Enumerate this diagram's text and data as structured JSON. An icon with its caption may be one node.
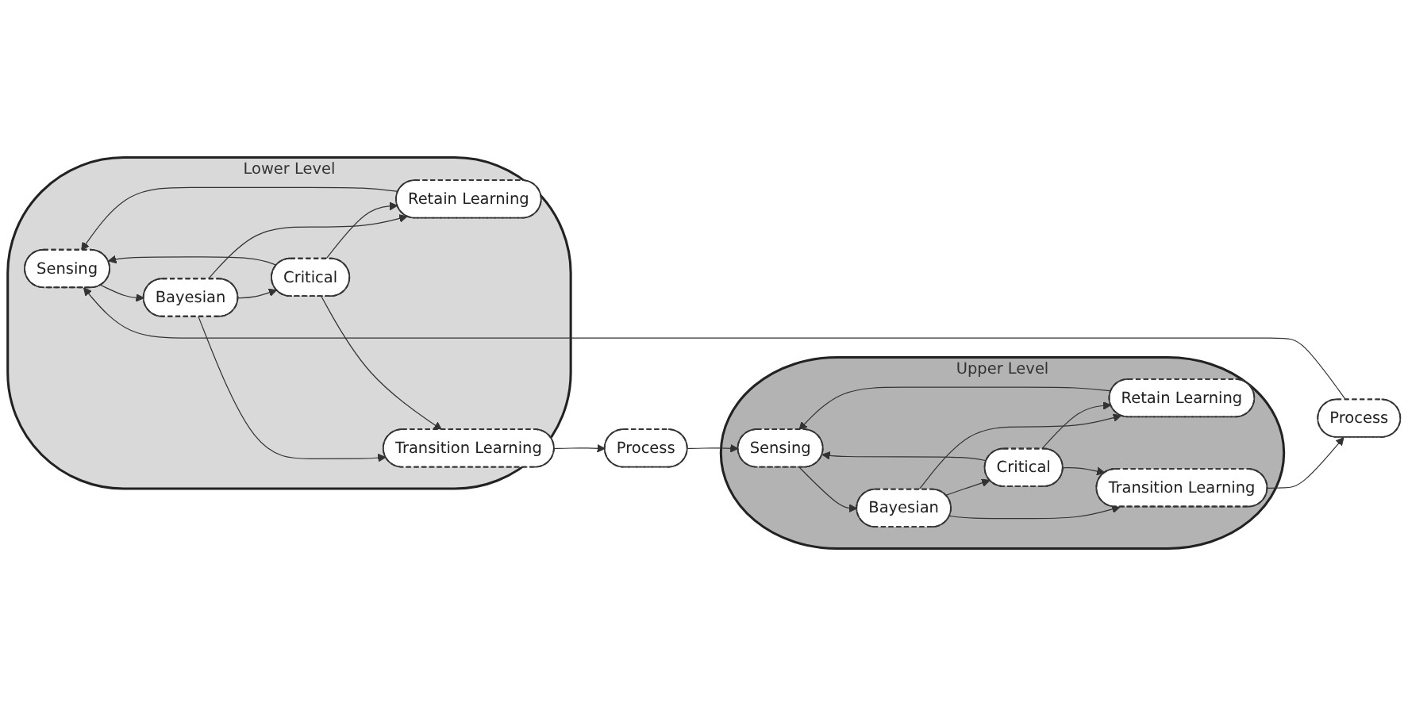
{
  "diagram": {
    "nodes": [
      {
        "text": [
          "Lower Level"
        ]
      },
      {
        "text": [
          "Sensing"
        ],
        "in": 0
      },
      {
        "text": [
          "Retain Learning"
        ],
        "in": 0
      },
      {
        "text": [
          "Bayesian"
        ],
        "in": 0
      },
      {
        "text": [
          "Critical"
        ],
        "in": 0
      },
      {
        "text": [
          "Transition Learning"
        ],
        "in": 0
      },
      {
        "text": [
          "Process"
        ]
      },
      {
        "text": [
          "Upper Level"
        ]
      },
      {
        "text": [
          "Sensing"
        ],
        "in": 7
      },
      {
        "text": [
          "Retain Learning"
        ],
        "in": 7
      },
      {
        "text": [
          "Bayesian"
        ],
        "in": 7
      },
      {
        "text": [
          "Critical"
        ],
        "in": 7
      },
      {
        "text": [
          "Transition Learning"
        ],
        "in": 7
      },
      {
        "text": [
          "Process"
        ]
      }
    ],
    "edges": [
      {
        "from": 1,
        "to": 3,
        "arrow": "to"
      },
      {
        "from": 3,
        "to": 2,
        "arrow": "to"
      },
      {
        "from": 2,
        "to": 1,
        "arrow": "to"
      },
      {
        "from": 4,
        "to": 2,
        "arrow": "to"
      },
      {
        "from": 4,
        "to": 1,
        "arrow": "to"
      },
      {
        "from": 3,
        "to": 4,
        "arrow": "to"
      },
      {
        "from": 3,
        "to": 5,
        "arrow": "to"
      },
      {
        "from": 4,
        "to": 5,
        "arrow": "to"
      },
      {
        "from": 5,
        "to": 6,
        "arrow": "to"
      },
      {
        "from": 6,
        "to": 8,
        "arrow": "to"
      },
      {
        "from": 8,
        "to": 10,
        "arrow": "to"
      },
      {
        "from": 10,
        "to": 9,
        "arrow": "to"
      },
      {
        "from": 9,
        "to": 8,
        "arrow": "to"
      },
      {
        "from": 11,
        "to": 9,
        "arrow": "to"
      },
      {
        "from": 11,
        "to": 8,
        "arrow": "to"
      },
      {
        "from": 10,
        "to": 11,
        "arrow": "to"
      },
      {
        "from": 10,
        "to": 12,
        "arrow": "to"
      },
      {
        "from": 11,
        "to": 12,
        "arrow": "to"
      },
      {
        "from": 12,
        "to": 13,
        "arrow": "to"
      },
      {
        "from": 13,
        "to": 1,
        "arrow": "to"
      }
    ]
  }
}
